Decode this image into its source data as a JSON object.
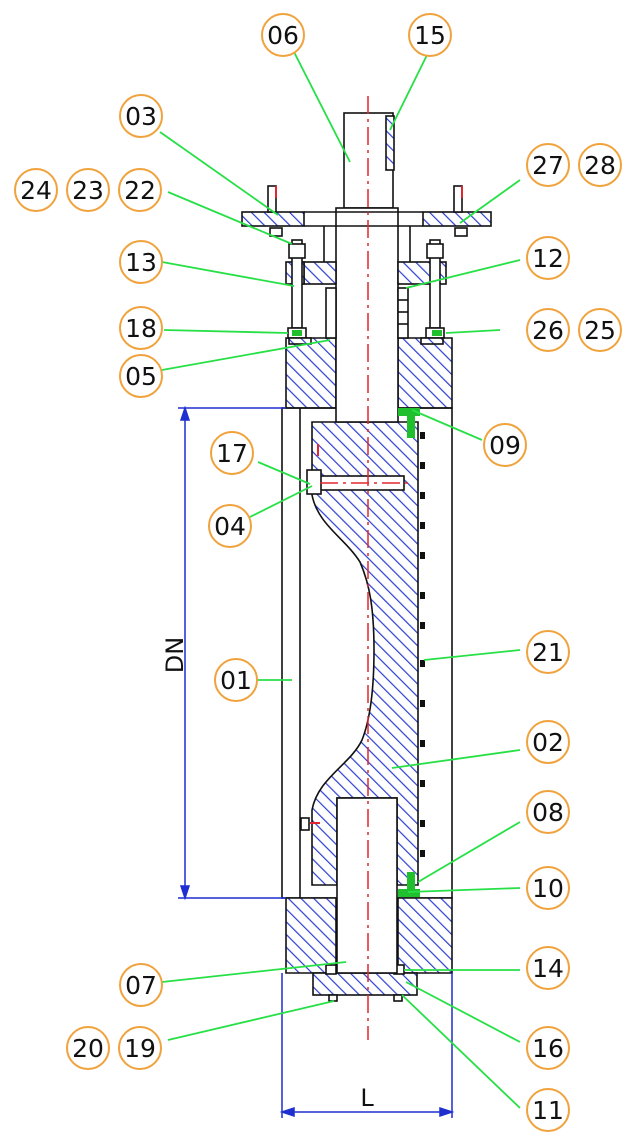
{
  "colors": {
    "leader": "#27e046",
    "hatch": "#2d3fd2",
    "dimension": "#1f2fd0",
    "balloon": "#f0a23c",
    "centerline": "#e0262e",
    "outline": "#111111",
    "seal": "#1fbf2e"
  },
  "dimensions": {
    "nominal_diameter": "DN",
    "length": "L"
  },
  "callouts": [
    "01",
    "02",
    "03",
    "04",
    "05",
    "06",
    "07",
    "08",
    "09",
    "10",
    "11",
    "12",
    "13",
    "14",
    "15",
    "16",
    "17",
    "18",
    "19",
    "20",
    "21",
    "22",
    "23",
    "24",
    "25",
    "26",
    "27",
    "28"
  ]
}
